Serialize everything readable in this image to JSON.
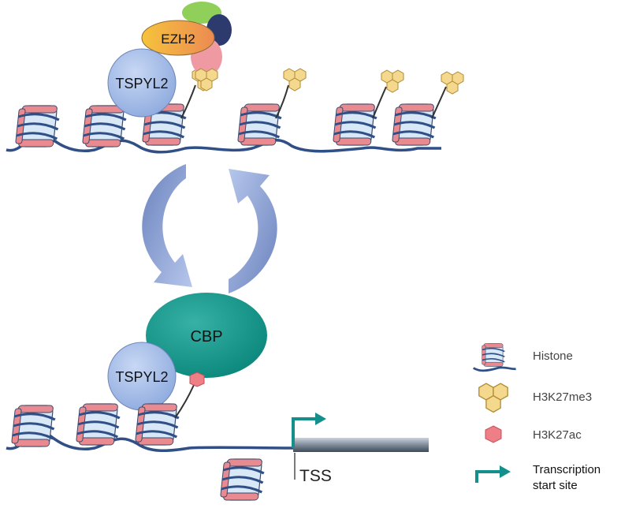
{
  "diagram": {
    "top_complex": {
      "ezh2_label": "EZH2",
      "tspyl2_label": "TSPYL2"
    },
    "bottom_complex": {
      "cbp_label": "CBP",
      "tspyl2_label": "TSPYL2"
    },
    "tss_label": "TSS"
  },
  "legend": {
    "items": [
      {
        "icon": "histone-icon",
        "label": "Histone"
      },
      {
        "icon": "h3k27me3-icon",
        "label": "H3K27me3"
      },
      {
        "icon": "h3k27ac-icon",
        "label": "H3K27ac"
      },
      {
        "icon": "tss-arrow-icon",
        "label_line1": "Transcription",
        "label_line2": "start site"
      }
    ]
  },
  "colors": {
    "dna": "#2f4f86",
    "histone_blue": "#cfe2f3",
    "histone_pink": "#e8868e",
    "tspyl2": "#a9c1ea",
    "cbp": "#169a8f",
    "ezh2": "#f0a64a",
    "h3k27me3": "#f4d88e",
    "h3k27ac": "#ef7f86",
    "tss_arrow": "#14908c",
    "cycle_arrow": "#8ea6d8"
  }
}
